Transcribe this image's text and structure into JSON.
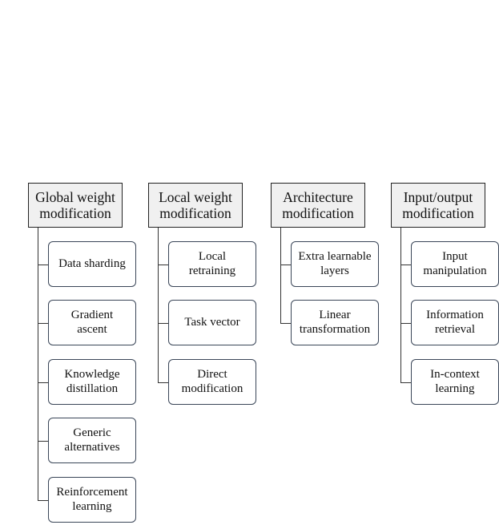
{
  "categories": [
    {
      "title": "Global weight\nmodification",
      "items": [
        "Data sharding",
        "Gradient\nascent",
        "Knowledge\ndistillation",
        "Generic\nalternatives",
        "Reinforcement\nlearning"
      ]
    },
    {
      "title": "Local weight\nmodification",
      "items": [
        "Local\nretraining",
        "Task vector",
        "Direct\nmodification"
      ]
    },
    {
      "title": "Architecture\nmodification",
      "items": [
        "Extra learnable\nlayers",
        "Linear\ntransformation"
      ]
    },
    {
      "title": "Input/output\nmodification",
      "items": [
        "Input\nmanipulation",
        "Information\nretrieval",
        "In-context\nlearning"
      ]
    }
  ]
}
